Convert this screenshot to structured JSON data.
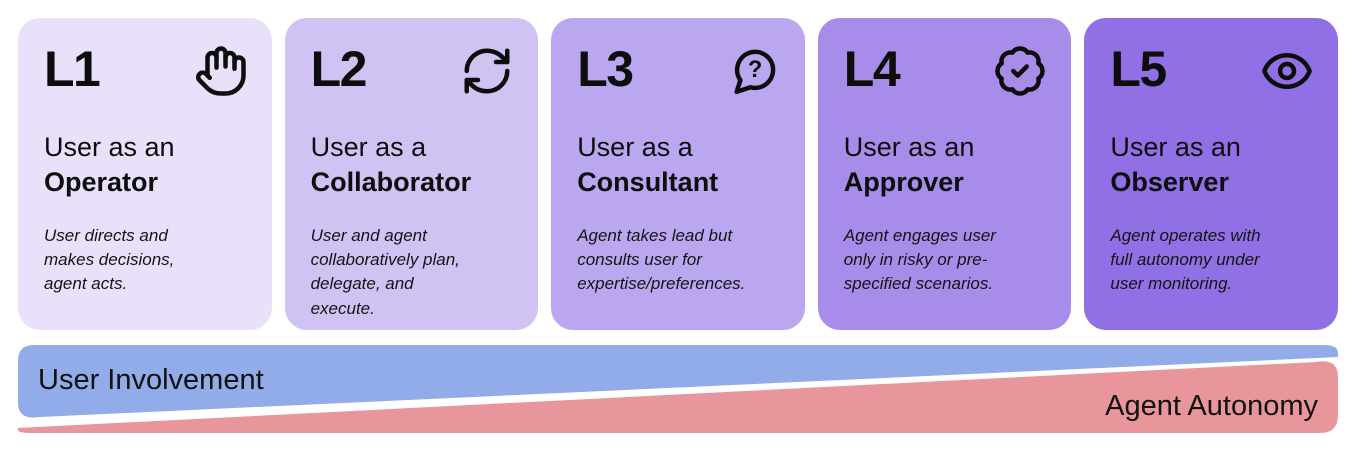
{
  "cards": [
    {
      "level": "L1",
      "icon": "hand-icon",
      "title_prefix": "User as an",
      "role": "Operator",
      "description": "User directs and makes decisions, agent acts.",
      "background": "#e9e1fa"
    },
    {
      "level": "L2",
      "icon": "refresh-arrows-icon",
      "title_prefix": "User as a",
      "role": "Collaborator",
      "description": "User and agent collaboratively plan, delegate, and execute.",
      "background": "#d0c3f4"
    },
    {
      "level": "L3",
      "icon": "chat-question-icon",
      "title_prefix": "User as a",
      "role": "Consultant",
      "description": "Agent takes lead but consults user for expertise/preferences.",
      "background": "#bba7ef"
    },
    {
      "level": "L4",
      "icon": "badge-check-icon",
      "title_prefix": "User as an",
      "role": "Approver",
      "description": "Agent engages user only in risky or pre-specified scenarios.",
      "background": "#a78ce9"
    },
    {
      "level": "L5",
      "icon": "eye-icon",
      "title_prefix": "User as an",
      "role": "Observer",
      "description": "Agent operates with full autonomy under user monitoring.",
      "background": "#9070e4"
    }
  ],
  "spectrum": {
    "left_label": "User Involvement",
    "right_label": "Agent Autonomy",
    "left_color": "#92abe9",
    "right_color": "#e9959c",
    "question_mark": "?"
  }
}
